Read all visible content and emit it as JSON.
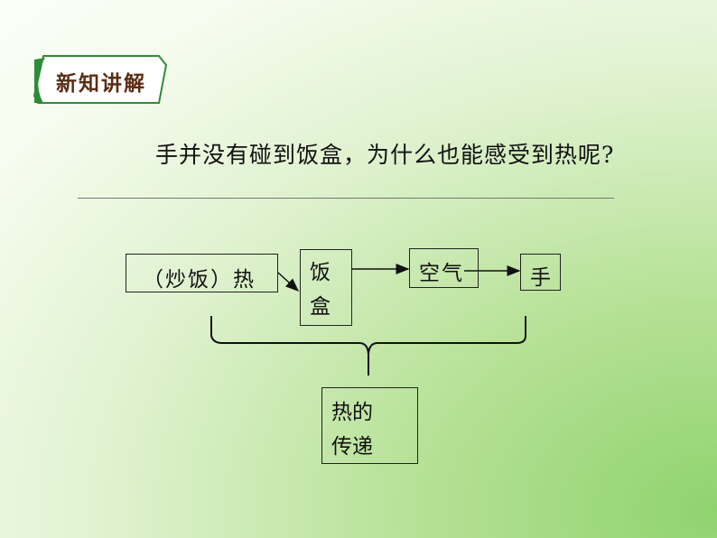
{
  "section_tab": {
    "label": "新知讲解",
    "border_color": "#2e8b3a",
    "fill_color": "#ffffff"
  },
  "question": "手并没有碰到饭盒，为什么也能感受到热呢?",
  "diagram": {
    "rice_heat": "（炒饭）热",
    "lunchbox_line1": "饭",
    "lunchbox_line2": "盒",
    "air": "空气",
    "hand": "手",
    "transfer_line1": "热的",
    "transfer_line2": "传递"
  }
}
